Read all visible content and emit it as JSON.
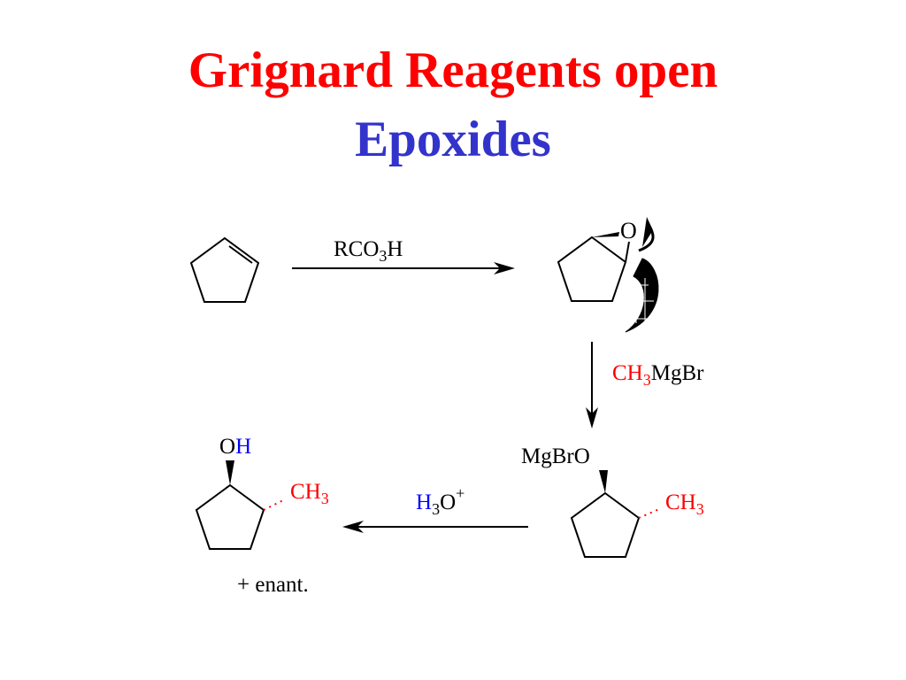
{
  "title": {
    "line1": "Grignard Reagents open",
    "line2": "Epoxides"
  },
  "colors": {
    "title_red": "#ff0000",
    "title_blue": "#3333cc",
    "label_black": "#000000",
    "reagent_red": "#ff0000",
    "reagent_blue": "#0000ff",
    "bond": "#000000"
  },
  "molecules": {
    "cyclopentene": {
      "name": "cyclopentene"
    },
    "epoxide": {
      "oxygen": "O"
    },
    "alkoxide": {
      "prefix": "MgBrO",
      "substituent": {
        "base": "CH",
        "sub": "3"
      }
    },
    "alcohol": {
      "o_text": "O",
      "h_text": "H",
      "substituent": {
        "base": "CH",
        "sub": "3"
      },
      "note": "+ enant."
    }
  },
  "reagents": {
    "step1": {
      "pre": "RCO",
      "sub": "3",
      "post": "H"
    },
    "step2": {
      "methyl": "CH",
      "sub": "3",
      "rest": "MgBr"
    },
    "step3": {
      "h": "H",
      "sub": "3",
      "o": "O",
      "sup": "+"
    }
  }
}
